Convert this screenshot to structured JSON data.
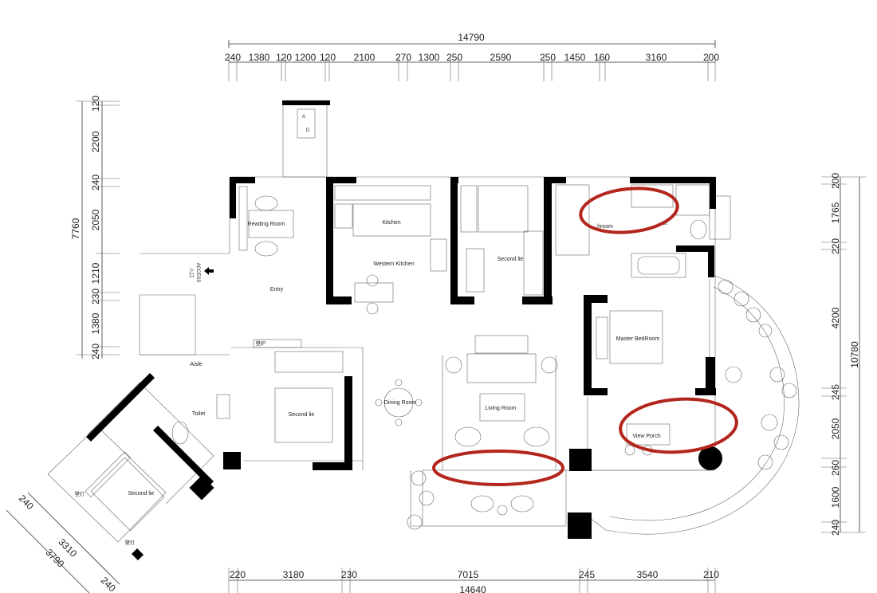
{
  "dimensions": {
    "top_total": "14790",
    "top_segments": [
      "240",
      "1380",
      "120",
      "1200",
      "120",
      "2100",
      "270",
      "1300",
      "250",
      "2590",
      "250",
      "1450",
      "160",
      "3160",
      "200"
    ],
    "left_total": "7760",
    "left_segments": [
      "120",
      "2200",
      "240",
      "2050",
      "1210",
      "230",
      "1380",
      "240"
    ],
    "right_total": "10780",
    "right_segments": [
      "200",
      "1765",
      "220",
      "4200",
      "245",
      "2050",
      "260",
      "1600",
      "240"
    ],
    "bottom_total": "14640",
    "bottom_segments": [
      "220",
      "3180",
      "230",
      "7015",
      "245",
      "3540",
      "210"
    ],
    "diagonal_segments": [
      "240",
      "3310",
      "3790",
      "240"
    ]
  },
  "rooms": {
    "reading_room": "Reading Room",
    "kitchen": "Kitchen",
    "western_kitchen": "Western Kitchen",
    "second_lie_top": "Second lie",
    "bathroom_partial": "hroom",
    "toilet_partial": "et",
    "entry": "Entry",
    "access": "ACCESS",
    "access_cn": "入口",
    "aisle": "Aisle",
    "toilet": "Toilet",
    "second_lie_mid": "Second lie",
    "second_lie_corner": "Second lie",
    "dining_room": "Dining Room",
    "living_room": "Living Room",
    "master_bedroom": "Master BedRoom",
    "view_porch": "View Porch",
    "fireplace_cn": "壁炉",
    "lamp_cn_1": "壁灯",
    "lamp_cn_2": "壁灯",
    "ad_a": "A",
    "ad_d": "D"
  },
  "annotations": {
    "color": "#b3261e",
    "count": 3
  }
}
